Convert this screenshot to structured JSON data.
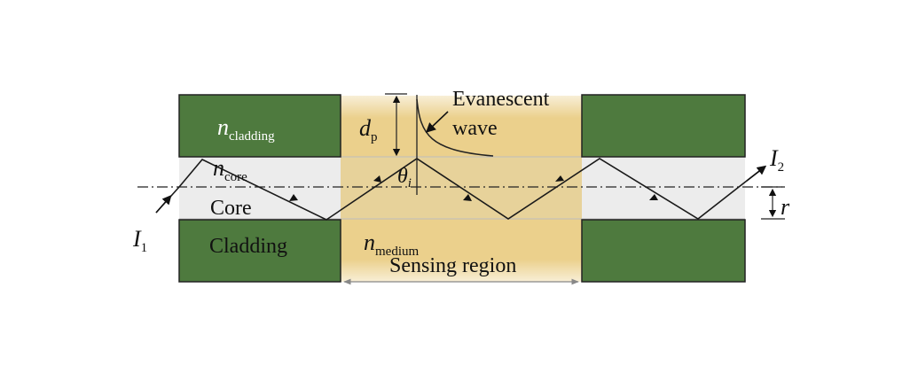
{
  "labels": {
    "n_cladding_base": "n",
    "n_cladding_sub": "cladding",
    "n_core_base": "n",
    "n_core_sub": "core",
    "core": "Core",
    "cladding": "Cladding",
    "n_medium_base": "n",
    "n_medium_sub": "medium",
    "sensing_region": "Sensing region",
    "evanescent_line1": "Evanescent",
    "evanescent_line2": "wave",
    "dp_base": "d",
    "dp_sub": "p",
    "theta_base": "θ",
    "theta_sub": "i",
    "i1_base": "I",
    "i1_sub": "1",
    "i2_base": "I",
    "i2_sub": "2",
    "r": "r"
  },
  "colors": {
    "cladding": "#4e7a3e",
    "core": "#ececec",
    "medium": "#ebd08c",
    "outline": "#222222",
    "ray": "#1a1a1a"
  }
}
